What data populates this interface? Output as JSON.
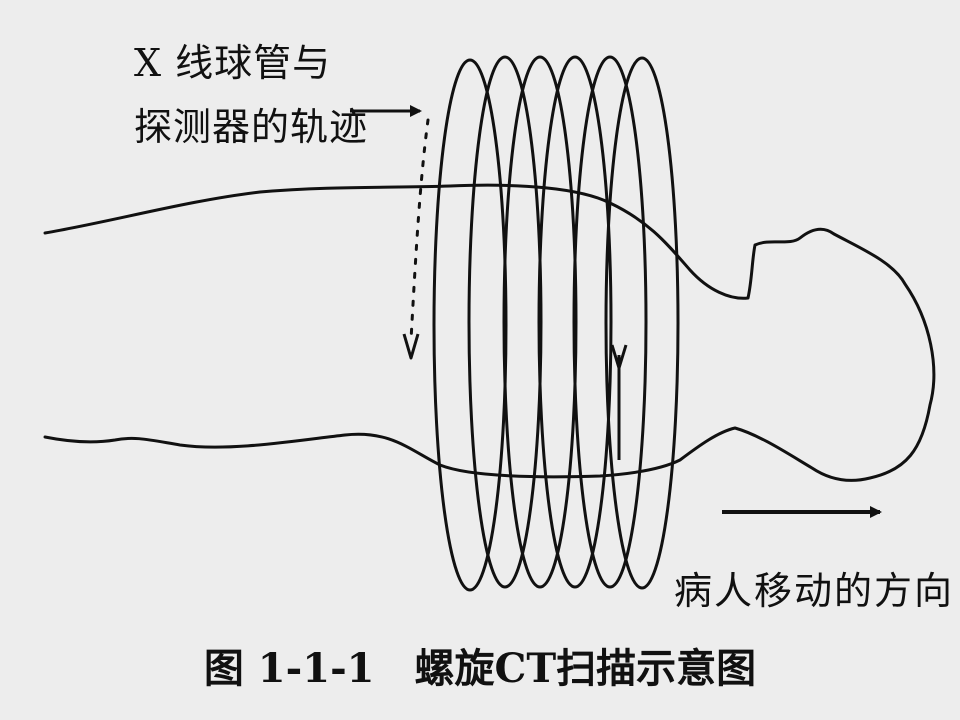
{
  "labels": {
    "trajectory_line1": "X 线球管与",
    "trajectory_line2": "探测器的轨迹",
    "direction": "病人移动的方向"
  },
  "caption": {
    "number": "图 1-1-1",
    "title": "螺旋CT扫描示意图"
  },
  "colors": {
    "background": "#ededed",
    "ink": "#111111"
  },
  "icons": {
    "motion_arrow": "arrow-right-icon",
    "path_arrow": "arrow-down-icon"
  }
}
